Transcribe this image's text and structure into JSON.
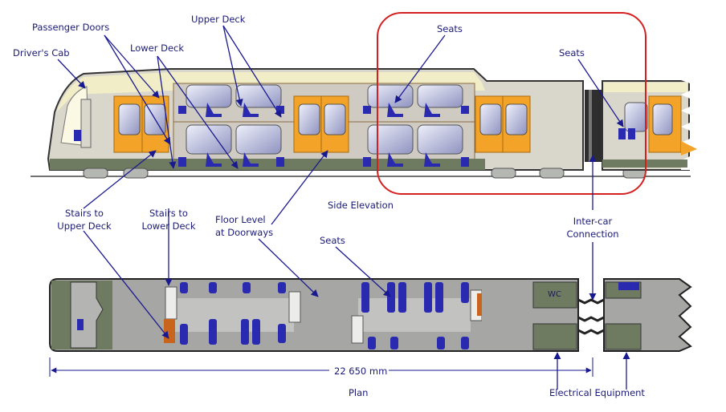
{
  "labels": {
    "drivers_cab": "Driver's Cab",
    "passenger_doors": "Passenger Doors",
    "upper_deck": "Upper Deck",
    "lower_deck": "Lower Deck",
    "seats_top_center": "Seats",
    "seats_top_right": "Seats",
    "stairs_upper": [
      "Stairs to",
      "Upper Deck"
    ],
    "stairs_lower": [
      "Stairs to",
      "Lower Deck"
    ],
    "floor_level": [
      "Floor Level",
      "at Doorways"
    ],
    "side_elevation": "Side Elevation",
    "seats_plan": "Seats",
    "intercar": [
      "Inter-car",
      "Connection"
    ],
    "wc": "WC",
    "dimension": "22 650 mm",
    "plan": "Plan",
    "electrical": "Electrical Equipment"
  },
  "colors": {
    "label_text": "#1a1a78",
    "arrow": "#1a1a90",
    "highlight": "#d42020",
    "door": "#f3a428",
    "body": "#d9d6cc",
    "roof": "#f1edc6",
    "underframe": "#6f7b61",
    "seat": "#2a2ab0",
    "window": "#b7bbd8"
  }
}
